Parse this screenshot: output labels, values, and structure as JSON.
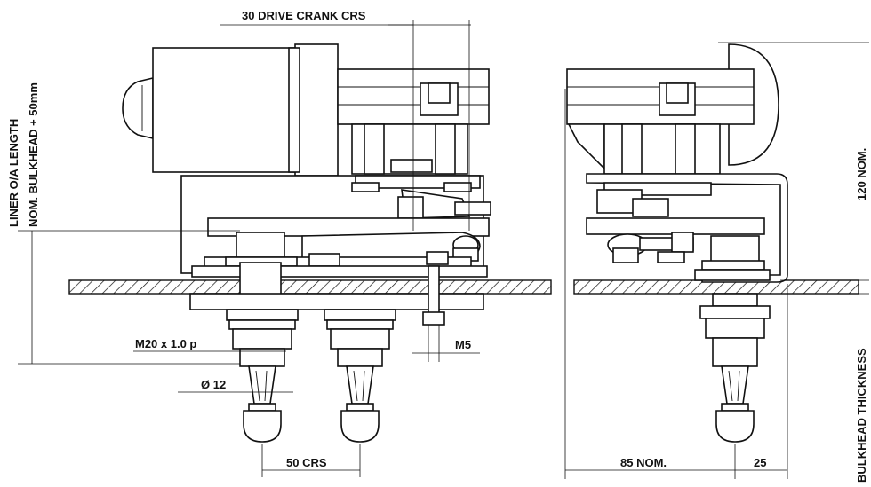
{
  "labels": {
    "drive_crank": "30 DRIVE CRANK CRS",
    "thread": "M20 x 1.0 p",
    "diameter": "Ø 12",
    "spacing": "50 CRS",
    "m5": "M5",
    "nom85": "85 NOM.",
    "dim25": "25",
    "nom120": "120 NOM.",
    "liner": "LINER O/A LENGTH",
    "nom_bulkhead": "NOM. BULKHEAD + 50mm",
    "bulkhead_thickness": "BULKHEAD THICKNESS"
  }
}
